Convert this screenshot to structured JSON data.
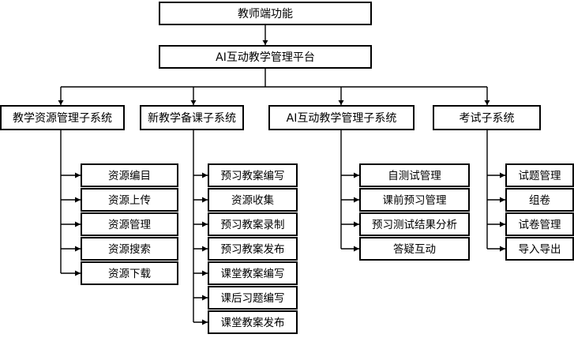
{
  "diagram": {
    "type": "org-chart",
    "title_node": {
      "label": "教师端功能"
    },
    "platform_node": {
      "label": "AI互动教学管理平台"
    },
    "subsystems": [
      {
        "id": "resource",
        "label": "教学资源管理子系统",
        "children": [
          {
            "label": "资源编目"
          },
          {
            "label": "资源上传"
          },
          {
            "label": "资源管理"
          },
          {
            "label": "资源搜索"
          },
          {
            "label": "资源下载"
          }
        ]
      },
      {
        "id": "lesson-prep",
        "label": "新教学备课子系统",
        "children": [
          {
            "label": "预习教案编写"
          },
          {
            "label": "资源收集"
          },
          {
            "label": "预习教案录制"
          },
          {
            "label": "预习教案发布"
          },
          {
            "label": "课堂教案编写"
          },
          {
            "label": "课后习题编写"
          },
          {
            "label": "课堂教案发布"
          }
        ]
      },
      {
        "id": "ai-interactive",
        "label": "AI互动教学管理子系统",
        "children": [
          {
            "label": "自测试管理"
          },
          {
            "label": "课前预习管理"
          },
          {
            "label": "预习测试结果分析"
          },
          {
            "label": "答疑互动"
          }
        ]
      },
      {
        "id": "exam",
        "label": "考试子系统",
        "children": [
          {
            "label": "试题管理"
          },
          {
            "label": "组卷"
          },
          {
            "label": "试卷管理"
          },
          {
            "label": "导入导出"
          }
        ]
      }
    ],
    "colors": {
      "stroke": "#000000",
      "fill": "#ffffff",
      "text": "#000000"
    }
  }
}
